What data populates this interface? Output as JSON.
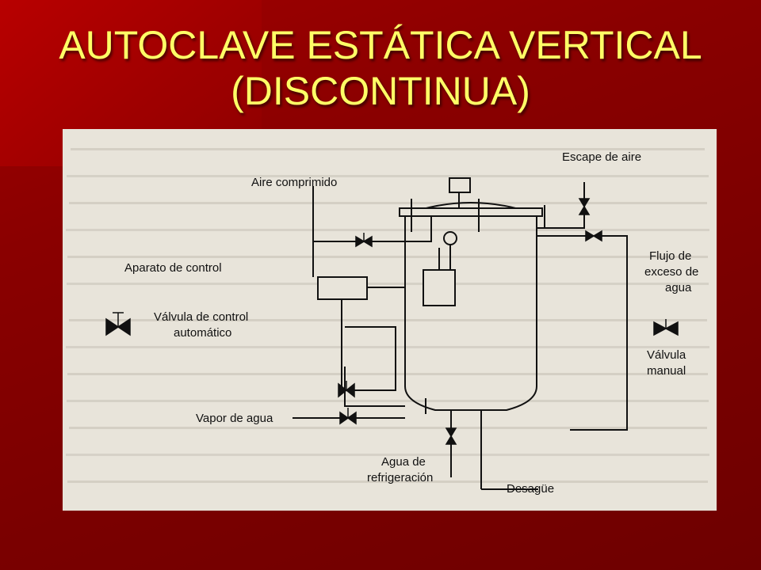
{
  "slide": {
    "title_line1": "AUTOCLAVE ESTÁTICA VERTICAL",
    "title_line2": "(DISCONTINUA)",
    "colors": {
      "background": "#8a0000",
      "title": "#ffff66",
      "figure_bg": "#e8e4da"
    }
  },
  "diagram": {
    "labels": {
      "escape_aire": "Escape de aire",
      "aire_comprimido": "Aire comprimido",
      "aparato_control": "Aparato de control",
      "flujo_exceso_1": "Flujo de",
      "flujo_exceso_2": "exceso de",
      "flujo_exceso_3": "agua",
      "valvula_control_1": "Válvula de control",
      "valvula_control_2": "automático",
      "valvula_manual_1": "Válvula",
      "valvula_manual_2": "manual",
      "vapor_agua": "Vapor de agua",
      "agua_refrig_1": "Agua de",
      "agua_refrig_2": "refrigeración",
      "desague": "Desagüe"
    }
  }
}
